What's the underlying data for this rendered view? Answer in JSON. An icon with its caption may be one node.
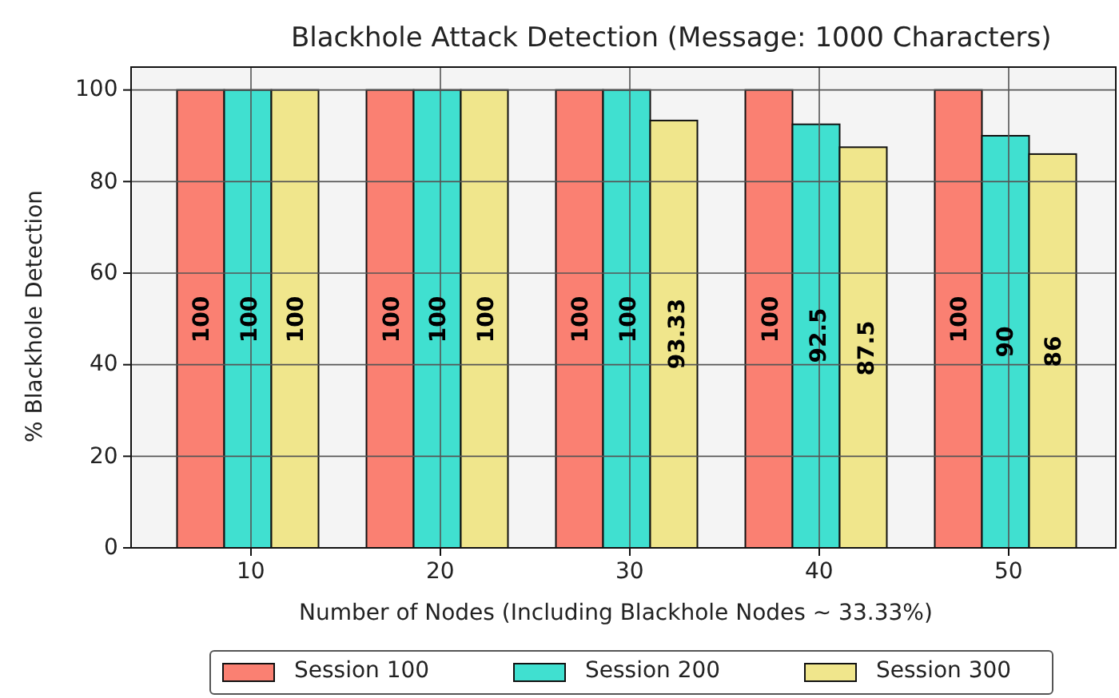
{
  "diagram": {
    "chart_data": {
      "type": "bar",
      "title": "Blackhole Attack Detection (Message: 1000 Characters)",
      "xlabel": "Number of Nodes (Including Blackhole Nodes ~ 33.33%)",
      "ylabel": "% Blackhole Detection",
      "categories": [
        "10",
        "20",
        "30",
        "40",
        "50"
      ],
      "series": [
        {
          "name": "Session 100",
          "color": "#fa8072",
          "values": [
            100,
            100,
            100,
            100,
            100
          ]
        },
        {
          "name": "Session 200",
          "color": "#40e0d0",
          "values": [
            100,
            100,
            100,
            92.5,
            90
          ]
        },
        {
          "name": "Session 300",
          "color": "#f0e68c",
          "values": [
            100,
            100,
            93.33,
            87.5,
            86
          ]
        }
      ],
      "ylim": [
        0,
        105
      ],
      "yticks": [
        0,
        20,
        40,
        60,
        80,
        100
      ],
      "data_labels": true,
      "grid": true,
      "legend": "bottom"
    }
  }
}
